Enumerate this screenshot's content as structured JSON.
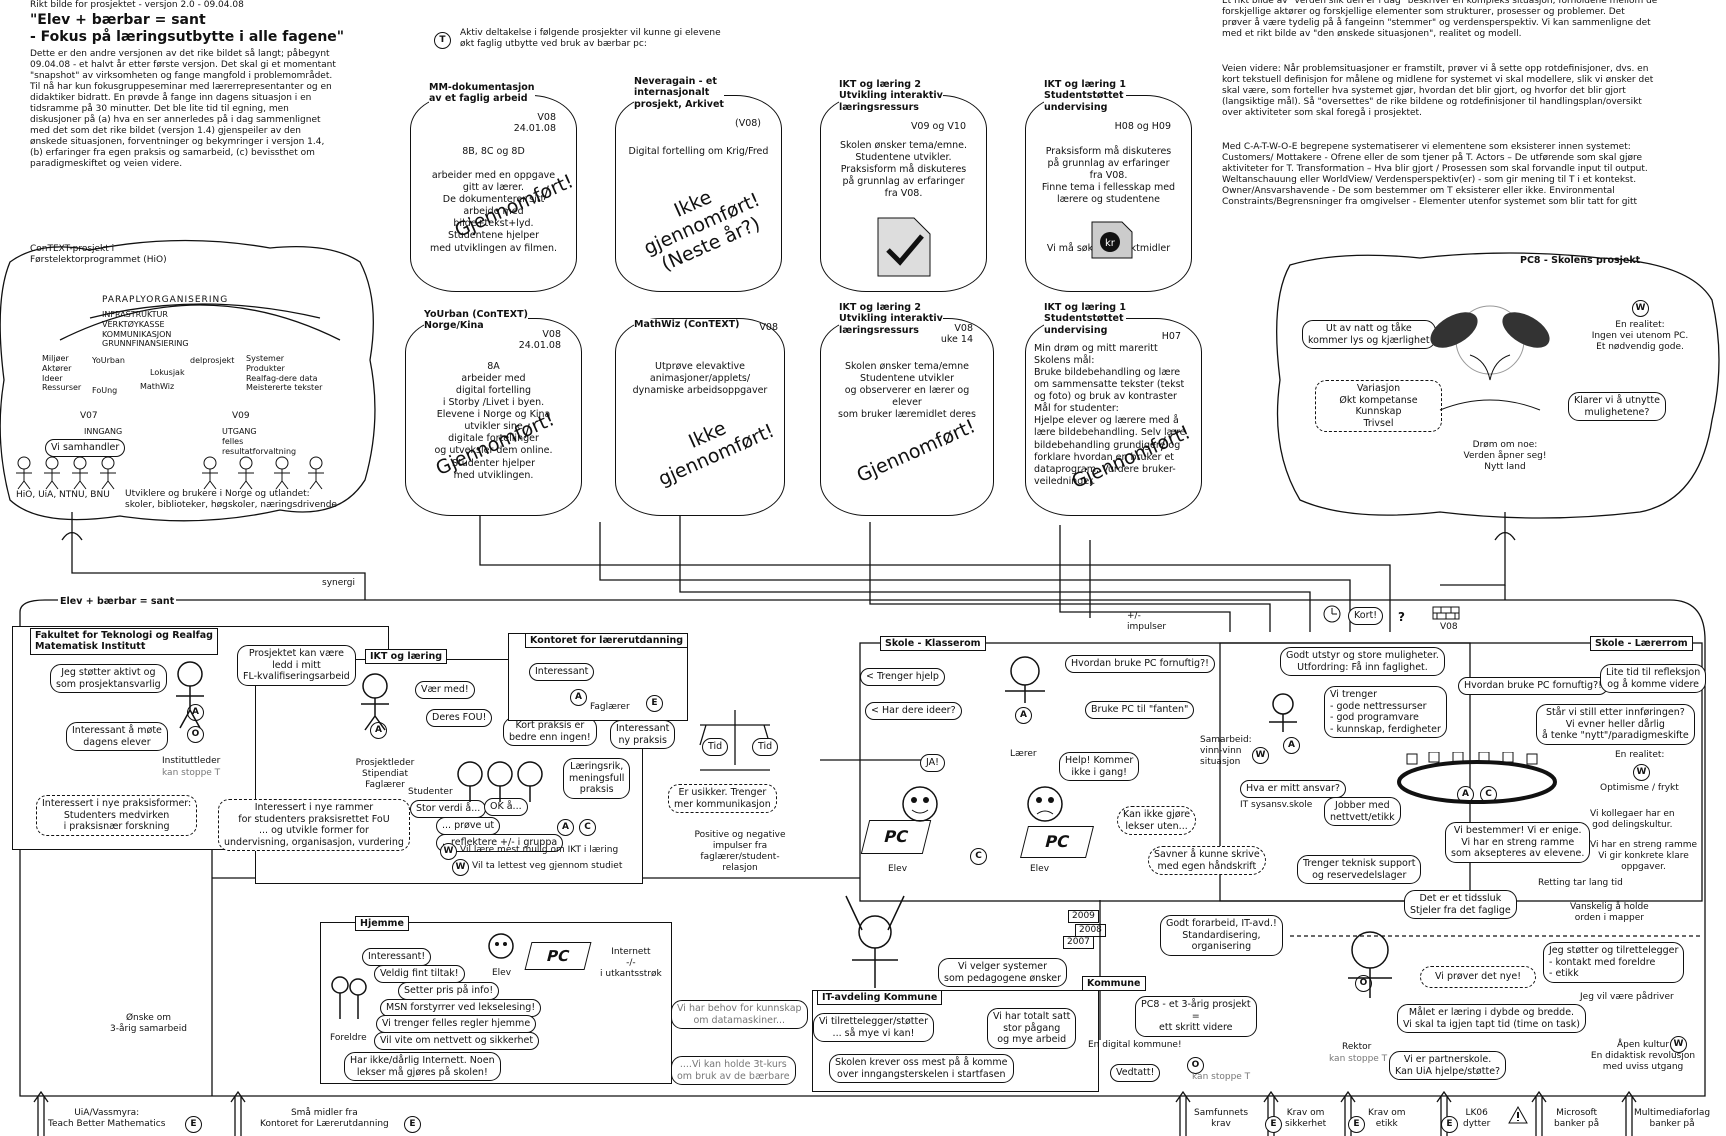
{
  "header": {
    "top_line": "Rikt bilde for prosjektet - versjon 2.0 - 09.04.08",
    "title": "\"Elev + bærbar = sant\n- Fokus på læringsutbytte i alle fagene\"",
    "intro": "Dette er den andre versjonen av det rike bildet så langt; påbegynt\n09.04.08 - et halvt år etter første versjon. Det skal gi et momentant\n\"snapshot\" av virksomheten og fange mangfold i problemområdet.\nTil nå har kun fokusgruppeseminar med lærerrepresentanter og en\ndidaktiker bidratt. En prøvde å fange inn dagens situasjon i en\ntidsramme på 30 minutter. Det ble lite tid til egning, men\ndiskusjoner på (a) hva en ser annerledes på i dag sammenlignet\nmed det som det rike bildet (versjon 1.4) gjenspeiler av den\nønskede situasjonen, forventninger og bekymringer i versjon 1.4,\n(b) erfaringer fra egen praksis og samarbeid, (c) bevissthet om\nparadigmeskiftet og veien videre."
  },
  "right_text": {
    "p1": "Et rikt bilde av \"verden slik den er i dag\" beskriver en kompleks situasjon, forholdene mellom de\nforskjellige aktører og forskjellige elementer som strukturer, prosesser og problemer. Det\nprøver å være tydelig på å fangeinn \"stemmer\" og verdensperspektiv.  Vi kan sammenligne det\nmed et rikt bilde av \"den ønskede situasjonen\", realitet og modell.",
    "p2": "Veien videre: Når problemsituasjoner er framstilt, prøver vi å sette opp rotdefinisjoner, dvs. en\nkort tekstuell definisjon for målene og midlene for systemet vi skal modellere, slik vi ønsker det\nskal være, som forteller hva systemet gjør, hvordan det blir gjort, og hvorfor det blir gjort\n(langsiktige mål). Så \"oversettes\" de rike bildene og rotdefinisjoner til handlingsplan/oversikt\nover aktiviteter som skal foregå i prosjektet.",
    "p3": "Med C-A-T-W-O-E begrepene systematiserer vi elementene som eksisterer innen systemet:\nCustomers/ Mottakere - Ofrene eller de som tjener på T. Actors – De utførende som skal gjøre\naktiviteter for T. Transformation – Hva blir gjort / Prosessen som skal forvandle input til output.\nWeltanschauung eller WorldView/ Verdensperspektiv(er) - som gir mening til T i et kontekst.\nOwner/Ansvarshavende - De som bestemmer om T eksisterer eller ikke. Environmental\nConstraints/Begrensninger fra omgivelser - Elementer utenfor systemet som blir tatt for gitt"
  },
  "projects_intro": {
    "marker": "T",
    "text": "Aktiv deltakelse i følgende prosjekter vil kunne gi elevene\nøkt faglig utbytte ved bruk av bærbar pc:"
  },
  "projects": [
    {
      "title": "MM-dokumentasjon\nav et faglig arbeid",
      "version": "V08\n24.01.08",
      "body": "8B, 8C og 8D\n\narbeider med en oppgave\ngitt av lærer.\nDe dokumenterer sitt\narbeide med\nbilde+tekst+lyd.\nStudentene hjelper\nmed utviklingen av filmen.",
      "stamp": "Gjennomført!"
    },
    {
      "title": "Neveragain - et\ninternasjonalt\nprosjekt, Arkivet",
      "version": "(V08)",
      "body": "Digital fortelling om Krig/Fred",
      "stamp": "Ikke\ngjennomført!\n(Neste år?)"
    },
    {
      "title": "IKT og læring 2\nUtvikling interaktiv\nlæringsressurs",
      "version": "V09 og V10",
      "body": "Skolen ønsker tema/emne.\nStudentene utvikler.\nPraksisform må diskuteres\npå grunnlag av erfaringer\nfra V08.",
      "stamp": ""
    },
    {
      "title": "IKT og læring 1\nStudentstøttet\nundervising",
      "version": "H08 og H09",
      "body": "Praksisform må diskuteres\npå grunnlag av erfaringer\nfra V08.\nFinne tema i fellesskap med\nlærere og studentene\n\n\n\nVi må søke prosjektmidler",
      "stamp": ""
    },
    {
      "title": "YoUrban (ConTEXT)\nNorge/Kina",
      "version": "V08\n24.01.08",
      "body": "8A\narbeider med\ndigital fortelling\ni Storby /Livet i byen.\nElevene i Norge og Kina\nutvikler sine\ndigitale fortellinger\nog utveksler dem online.\nStudenter hjelper\nmed utviklingen.",
      "stamp": "Gjennomført!"
    },
    {
      "title": "MathWiz (ConTEXT)",
      "version": "V08",
      "body": "Utprøve elevaktive\nanimasjoner/applets/\ndynamiske arbeidsoppgaver",
      "stamp": "Ikke\ngjennomført!"
    },
    {
      "title": "IKT og læring 2\nUtvikling interaktiv\nlæringsressurs",
      "version": "V08\nuke 14",
      "body": "Skolen ønsker tema/emne\nStudentene utvikler\nog observerer en lærer og elever\nsom bruker læremidlet deres",
      "stamp": "Gjennomført!"
    },
    {
      "title": "IKT og læring 1\nStudentstøttet\nundervising",
      "version": "H07",
      "body": "Min drøm og mitt mareritt\nSkolens mål:\nBruke bildebehandling og lære\nom sammensatte tekster (tekst\nog foto) og bruk av kontraster\nMål for studenter:\nHjelpe elever og lærere med å\nlære bildebehandling. Selv lære\nbildebehandling grundigere og\nforklare hvordan en bruker et\ndataprogram. Vurdere bruker-\nveiledninger.",
      "stamp": "Gjennomført!"
    }
  ],
  "context_cloud": {
    "title": "ConTEXT-prosjekt i\nFørstelektorprogrammet (HiO)",
    "paraply": "PARAPLYORGANISERING",
    "umbrella_items": "INFRASTRUKTUR\nVERKTØYKASSE\nKOMMUNIKASJON\nGRUNNFINANSIERING",
    "left_labels": "Miljøer\nAktører\nIdeer\nRessurser",
    "flow1": "YoUrban",
    "flow2": "delprosjekt",
    "flow3": "Lokusjak",
    "flow4": "FoUng",
    "flow5": "MathWiz",
    "right_labels": "Systemer\nProdukter\nRealfag-dere data\nMeistererte tekster",
    "v07": "V07",
    "v09": "V09",
    "inngang": "INNGANG",
    "utgang": "UTGANG\nfelles\nresultatforvaltning",
    "samhandler": "Vi samhandler",
    "partners": "HiO, UiA, NTNU, BNU",
    "developers": "Utviklere og brukere i Norge og utlandet:\nskoler, biblioteker, høgskoler, næringsdrivende"
  },
  "pc8_cloud": {
    "title": "PC8 - Skolens prosjekt",
    "b1": "Ut av natt og tåke\nkommer lys og kjærlighet",
    "b2": "Variasjon\nØkt kompetanse\nKunnskap\nTrivsel",
    "w": "W",
    "realitet": "En realitet:\nIngen vei utenom PC.\nEt nødvendig gode.",
    "b3": "Klarer vi å utnytte\nmulighetene?",
    "dream": "Drøm om noe:\nVerden åpner seg!\nNytt land"
  },
  "main": {
    "label": "Elev + bærbar = sant",
    "synergi": "synergi",
    "impulser": "+/-\nimpulser",
    "kort": "Kort!",
    "question": "?",
    "v08": "V08"
  },
  "faculty": {
    "title": "Fakultet for Teknologi og Realfag\nMatematisk Institutt",
    "b1": "Jeg støtter aktivt og\nsom prosjektansvarlig",
    "b2": "Interessant å møte\ndagens elever",
    "leader": "Instituttleder",
    "stopp": "kan stoppe T",
    "dashed": "Interessert i nye praksisformer:\nStudenters medvirken\ni praksisnær forskning"
  },
  "ikt": {
    "tag": "IKT og læring",
    "b1": "Prosjektet kan være\nledd i mitt\nFL-kvalifiseringsarbeid",
    "b2": "Vær med!",
    "b3": "Deres FOU!",
    "b4": "Kort praksis er\nbedre enn ingen!",
    "people": "Prosjektleder\nStipendiat\nFaglærer",
    "studenter": "Studenter",
    "s1": "Stor verdi å...",
    "s2": "OK å...",
    "s3": "... prøve ut",
    "s4": ".. reflektere +/- i gruppa",
    "s5": "Læringsrik,\nmeningsfull\npraksis",
    "w1": "Vil lære mest mulig om IKT i læring",
    "w2": "Vil ta lettest veg gjennom studiet",
    "dashed": "Interessert i nye rammer\nfor studenters praksisrettet FoU\n... og utvikle former for\nundervisning, organisasjon, vurdering"
  },
  "kontoret": {
    "tag": "Kontoret for lærerutdanning",
    "b1": "Interessant",
    "faglaerer": "Faglærer",
    "b2": "Interessant\nny praksis",
    "scale_l": "Tid",
    "scale_r": "Tid",
    "usikker": "Er usikker. Trenger\nmer kommunikasjon",
    "impulser": "Positive og negative\nimpulser fra\nfaglærer/student-\nrelasjon"
  },
  "hjemme": {
    "tag": "Hjemme",
    "b1": "Interessant!",
    "b2": "Veldig fint tiltak!",
    "b3": "Setter pris på info!",
    "b4": "MSN forstyrrer ved lekselesing!",
    "b5": "Vi trenger felles regler hjemme",
    "b6": "Vil vite om nettvett og sikkerhet",
    "b7": "Har ikke/dårlig Internett. Noen\nlekser må gjøres på skolen!",
    "elev": "Elev",
    "foreldre": "Foreldre",
    "internett": "Internett\n-/-\ni utkantsstrøk",
    "pc": "PC"
  },
  "samarbeid": "Ønske om\n3-årig samarbeid",
  "it_avd": {
    "tag": "IT-avdeling Kommune",
    "b1": "Vi tilrettelegger/støtter\n... så mye vi kan!",
    "b2": "Vi har totalt satt\nstor pågang\nog mye arbeid",
    "b3": "Skolen krever oss mest på å komme\nover inngangsterskelen i startfasen",
    "g1": "Vi har behov for kunnskap\nom datamaskiner...",
    "g2": "....Vi kan holde 3t-kurs\nom bruk av de bærbare",
    "b4": "Vi velger systemer\nsom pedagogene ønsker"
  },
  "kommune": {
    "tag": "Kommune",
    "y1": "2009",
    "y2": "2008",
    "y3": "2007",
    "b1": "PC8 - et 3-årig prosjekt\n=\nett skritt videre",
    "digital": "En digital kommune!",
    "b2": "Vedtatt!",
    "stopp": "kan stoppe T"
  },
  "klasserom": {
    "tag": "Skole - Klasserom",
    "b1": "< Trenger hjelp",
    "b2": "< Har dere ideer?",
    "b3": "Hvordan bruke PC fornuftig?!",
    "b4": "Bruke PC til \"fanten\"",
    "laerer": "Lærer",
    "ja": "JA!",
    "help": "Help! Kommer\nikke i gang!",
    "elev1": "Elev",
    "elev2": "Elev",
    "pc": "PC",
    "b5": "Kan ikke gjøre\nlekser uten...",
    "b6": "Savner å kunne skrive\nmed egen håndskrift",
    "samarbeid": "Samarbeid:\nvinn-vinn\nsituasjon",
    "ansvar": "Hva er mitt ansvar?",
    "itsys": "IT sysansv.skole",
    "jobber": "Jobber med\nnettvett/etikk",
    "support": "Trenger teknisk support\nog reservedelslager",
    "godt": "Godt forarbeid, IT-avd.!\nStandardisering,\norganisering"
  },
  "laererrom": {
    "tag": "Skole - Lærerrom",
    "b1": "Godt utstyr og store muligheter.\nUtfordring: Få inn faglighet.",
    "b2": "Vi trenger\n- gode nettressurser\n- god programvare\n- kunnskap, ferdigheter",
    "b3": "Hvordan bruke PC fornuftig?!",
    "b4": "Lite tid til refleksjon\nog å komme videre",
    "b5": "Står vi still etter innføringen?\nVi evner heller dårlig\nå tenke \"nytt\"/paradigmeskifte",
    "realitet": "En realitet:",
    "optim": "Optimisme / frykt",
    "b6": "Vi kollegaer har en\ngod delingskultur.",
    "b7": "Vi har en streng ramme\nVi gir konkrete klare\noppgaver.",
    "b8": "Vi bestemmer! Vi er enige.\nVi har en streng ramme\nsom aksepteres av elevene.",
    "retting": "Retting tar lang tid",
    "b9": "Det er et tidssluk\nStjeler fra det faglige",
    "b10": "Vanskelig å holde\norden i mapper"
  },
  "rektor": {
    "b1": "Jeg støtter og tilrettelegger\n- kontakt med foreldre\n- etikk",
    "b2": "Vi prøver det nye!",
    "b3": "Jeg vil være pådriver",
    "b4": "Målet er læring i dybde og bredde.\nVi skal ta igjen tapt tid (time on task)",
    "b5": "Vi er partnerskole.\nKan UiA hjelpe/støtte?",
    "rektor": "Rektor",
    "stopp": "kan stoppe T",
    "kultur": "Åpen kultur\nEn didaktisk revolusjon\nmed uviss utgang"
  },
  "bottom": [
    {
      "text": "UiA/Vassmyra:\nTeach Better Mathematics",
      "mark": "E"
    },
    {
      "text": "Små midler fra\nKontoret for Lærerutdanning",
      "mark": "E"
    },
    {
      "text": "Samfunnets\nkrav",
      "mark": ""
    },
    {
      "text": "Krav om\nsikkerhet",
      "mark": "E"
    },
    {
      "text": "Krav om\netikk",
      "mark": "E"
    },
    {
      "text": "LK06\ndytter",
      "mark": "E"
    },
    {
      "text": "Microsoft\nbanker på",
      "mark": ""
    },
    {
      "text": "Multimediaforlag\nbanker på",
      "mark": ""
    }
  ]
}
